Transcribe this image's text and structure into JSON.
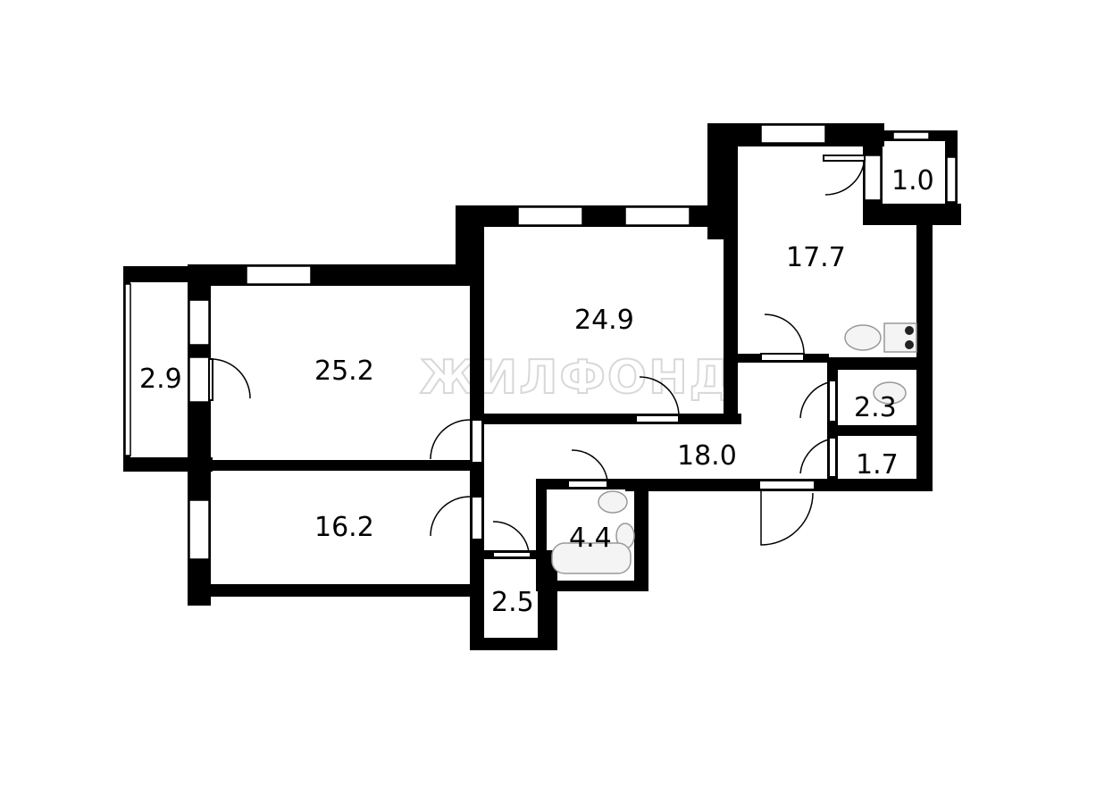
{
  "watermark": "ЖИЛФОНД",
  "rooms": [
    {
      "id": "room-25-2",
      "area": "25.2"
    },
    {
      "id": "room-24-9",
      "area": "24.9"
    },
    {
      "id": "room-17-7",
      "area": "17.7"
    },
    {
      "id": "room-16-2",
      "area": "16.2"
    },
    {
      "id": "hall-18-0",
      "area": "18.0"
    },
    {
      "id": "bath-4-4",
      "area": "4.4"
    },
    {
      "id": "loggia-2-9",
      "area": "2.9"
    },
    {
      "id": "storage-2-5",
      "area": "2.5"
    },
    {
      "id": "wc-2-3",
      "area": "2.3"
    },
    {
      "id": "closet-1-7",
      "area": "1.7"
    },
    {
      "id": "balcony-1-0",
      "area": "1.0"
    }
  ]
}
